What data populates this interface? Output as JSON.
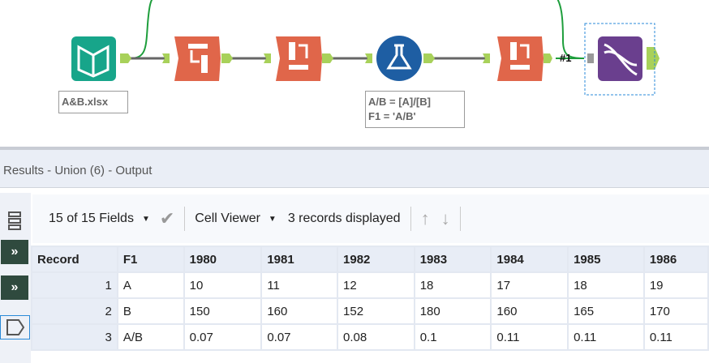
{
  "workflow": {
    "input_label": "A&B.xlsx",
    "formula_annotation": [
      "A/B = [A]/[B]",
      "F1 = 'A/B'"
    ],
    "connection_label": "#1",
    "colors": {
      "input": "#17a58a",
      "transform": "#e0664a",
      "formula": "#1e5ea3",
      "union": "#6a3f8e",
      "anchor": "#a8d15a",
      "connection_green": "#1e9e3c"
    }
  },
  "results": {
    "title": "Results - Union (6) - Output",
    "fields_label": "15 of 15 Fields",
    "viewer_label": "Cell Viewer",
    "records_label": "3 records displayed",
    "columns": [
      "Record",
      "F1",
      "1980",
      "1981",
      "1982",
      "1983",
      "1984",
      "1985",
      "1986"
    ],
    "rows": [
      [
        "1",
        "A",
        "10",
        "11",
        "12",
        "18",
        "17",
        "18",
        "19"
      ],
      [
        "2",
        "B",
        "150",
        "160",
        "152",
        "180",
        "160",
        "165",
        "170"
      ],
      [
        "3",
        "A/B",
        "0.07",
        "0.07",
        "0.08",
        "0.1",
        "0.11",
        "0.11",
        "0.11"
      ]
    ]
  }
}
